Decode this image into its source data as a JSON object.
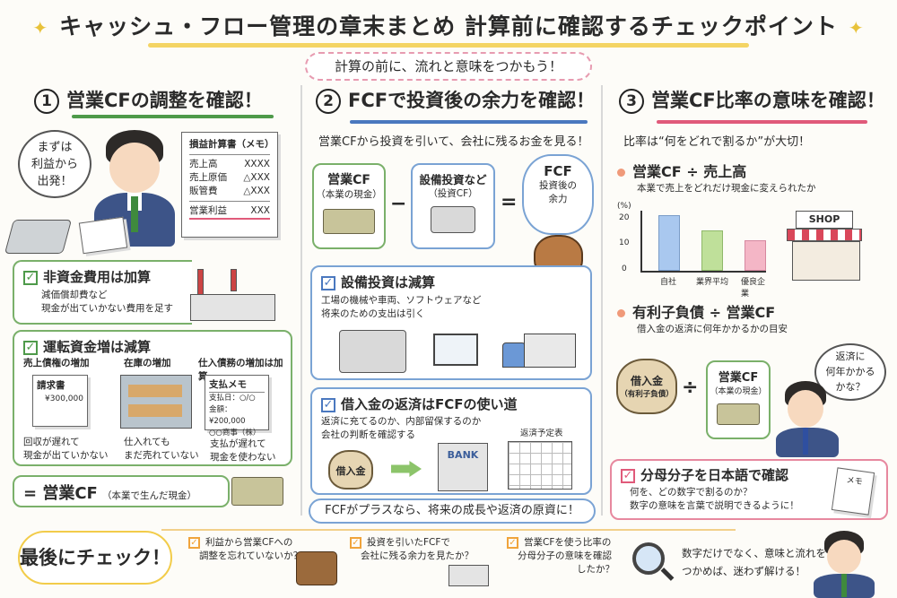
{
  "header": {
    "title": "キャッシュ・フロー管理の章末まとめ 計算前に確認するチェックポイント",
    "sparkle": "✦",
    "subtitle": "計算の前に、流れと意味をつかもう！"
  },
  "section1": {
    "number": "1",
    "title": "営業CFの調整を確認！",
    "thought": [
      "まずは",
      "利益から",
      "出発！"
    ],
    "memo": {
      "title": "損益計算書（メモ）",
      "rows": [
        {
          "label": "売上高",
          "value": "XXXX"
        },
        {
          "label": "売上原価",
          "value": "△XXX"
        },
        {
          "label": "販管費",
          "value": "△XXX"
        },
        {
          "label": "営業利益",
          "value": "XXX"
        }
      ]
    },
    "check1": {
      "title": "非資金費用は加算",
      "lines": [
        "減価償却費など",
        "現金が出ていかない費用を足す"
      ]
    },
    "check2": {
      "title": "運転資金増は減算",
      "columns": [
        {
          "heading": "売上債権の増加",
          "doc_title": "請求書",
          "doc_amount": "¥300,000",
          "caption": [
            "回収が遅れて",
            "現金が出ていかない"
          ]
        },
        {
          "heading": "在庫の増加",
          "caption": [
            "仕入れても",
            "まだ売れていない"
          ]
        },
        {
          "heading": "仕入債務の増加は加算",
          "doc_title": "支払メモ",
          "doc_lines": [
            "支払日：○/○",
            "金額：¥200,000",
            "○○商事（株）"
          ],
          "caption": [
            "支払が遅れて",
            "現金を使わない"
          ]
        }
      ]
    },
    "result": {
      "main": "= 営業CF",
      "sub": "（本業で生んだ現金）"
    }
  },
  "section2": {
    "number": "2",
    "title": "FCFで投資後の余力を確認！",
    "lead": "営業CFから投資を引いて、会社に残るお金を見る！",
    "formula": {
      "left": {
        "title": "営業CF",
        "sub": "（本業の現金）"
      },
      "minus": "−",
      "middle": {
        "title": "設備投資など",
        "sub": "（投資CF）"
      },
      "equals": "=",
      "right": {
        "title": "FCF",
        "sub1": "投資後の",
        "sub2": "余力"
      }
    },
    "check1": {
      "title": "設備投資は減算",
      "lines": [
        "工場の機械や車両、ソフトウェアなど",
        "将来のための支出は引く"
      ]
    },
    "check2": {
      "title": "借入金の返済はFCFの使い道",
      "lines": [
        "返済に充てるのか、内部留保するのか",
        "会社の判断を確認する"
      ],
      "bag_label": "借入金",
      "bank_label": "BANK",
      "calendar_label": "返済予定表"
    },
    "footer": "FCFがプラスなら、将来の成長や返済の原資に！"
  },
  "section3": {
    "number": "3",
    "title": "営業CF比率の意味を確認！",
    "lead": "比率は“何をどれで割るか”が大切！",
    "ratio1": {
      "title": "営業CF ÷ 売上高",
      "desc": "本業で売上をどれだけ現金に変えられたか",
      "shop_label": "SHOP"
    },
    "ratio2": {
      "title": "有利子負債 ÷ 営業CF",
      "desc": "借入金の返済に何年かかるかの目安",
      "bag_label": "借入金",
      "bag_sub": "（有利子負債）",
      "divide": "÷",
      "box_title": "営業CF",
      "box_sub": "（本業の現金）",
      "thought": [
        "返済に",
        "何年かかる",
        "かな？"
      ]
    },
    "check": {
      "title": "分母分子を日本語で確認",
      "lines": [
        "何を、どの数字で割るのか？",
        "数字の意味を言葉で説明できるように！"
      ],
      "memo_label": "メモ"
    }
  },
  "chart_data": {
    "type": "bar",
    "title": "営業CF ÷ 売上高",
    "ylabel": "(%)",
    "categories": [
      "自社",
      "業界平均",
      "優良企業"
    ],
    "values": [
      22,
      16,
      12
    ],
    "yticks": [
      0,
      10,
      20
    ],
    "ylim": [
      0,
      25
    ],
    "colors": [
      "#a9c8ef",
      "#bfe09a",
      "#f4b6c6"
    ],
    "grid": false,
    "legend": "none"
  },
  "final": {
    "label": "最後にチェック！",
    "items": [
      {
        "lines": [
          "利益から営業CFへの",
          "調整を忘れていないか？"
        ]
      },
      {
        "lines": [
          "投資を引いたFCFで",
          "会社に残る余力を見たか？"
        ]
      },
      {
        "lines": [
          "営業CFを使う比率の",
          "分母分子の意味を確認",
          "したか？"
        ]
      }
    ],
    "closing": [
      "数字だけでなく、意味と流れを",
      "つかめば、迷わず解ける！"
    ]
  },
  "colors": {
    "green": "#7ab06a",
    "blue": "#7aa3d4",
    "pink": "#e7889f",
    "yellow": "#f2cc4a",
    "orange": "#f0a43c"
  }
}
